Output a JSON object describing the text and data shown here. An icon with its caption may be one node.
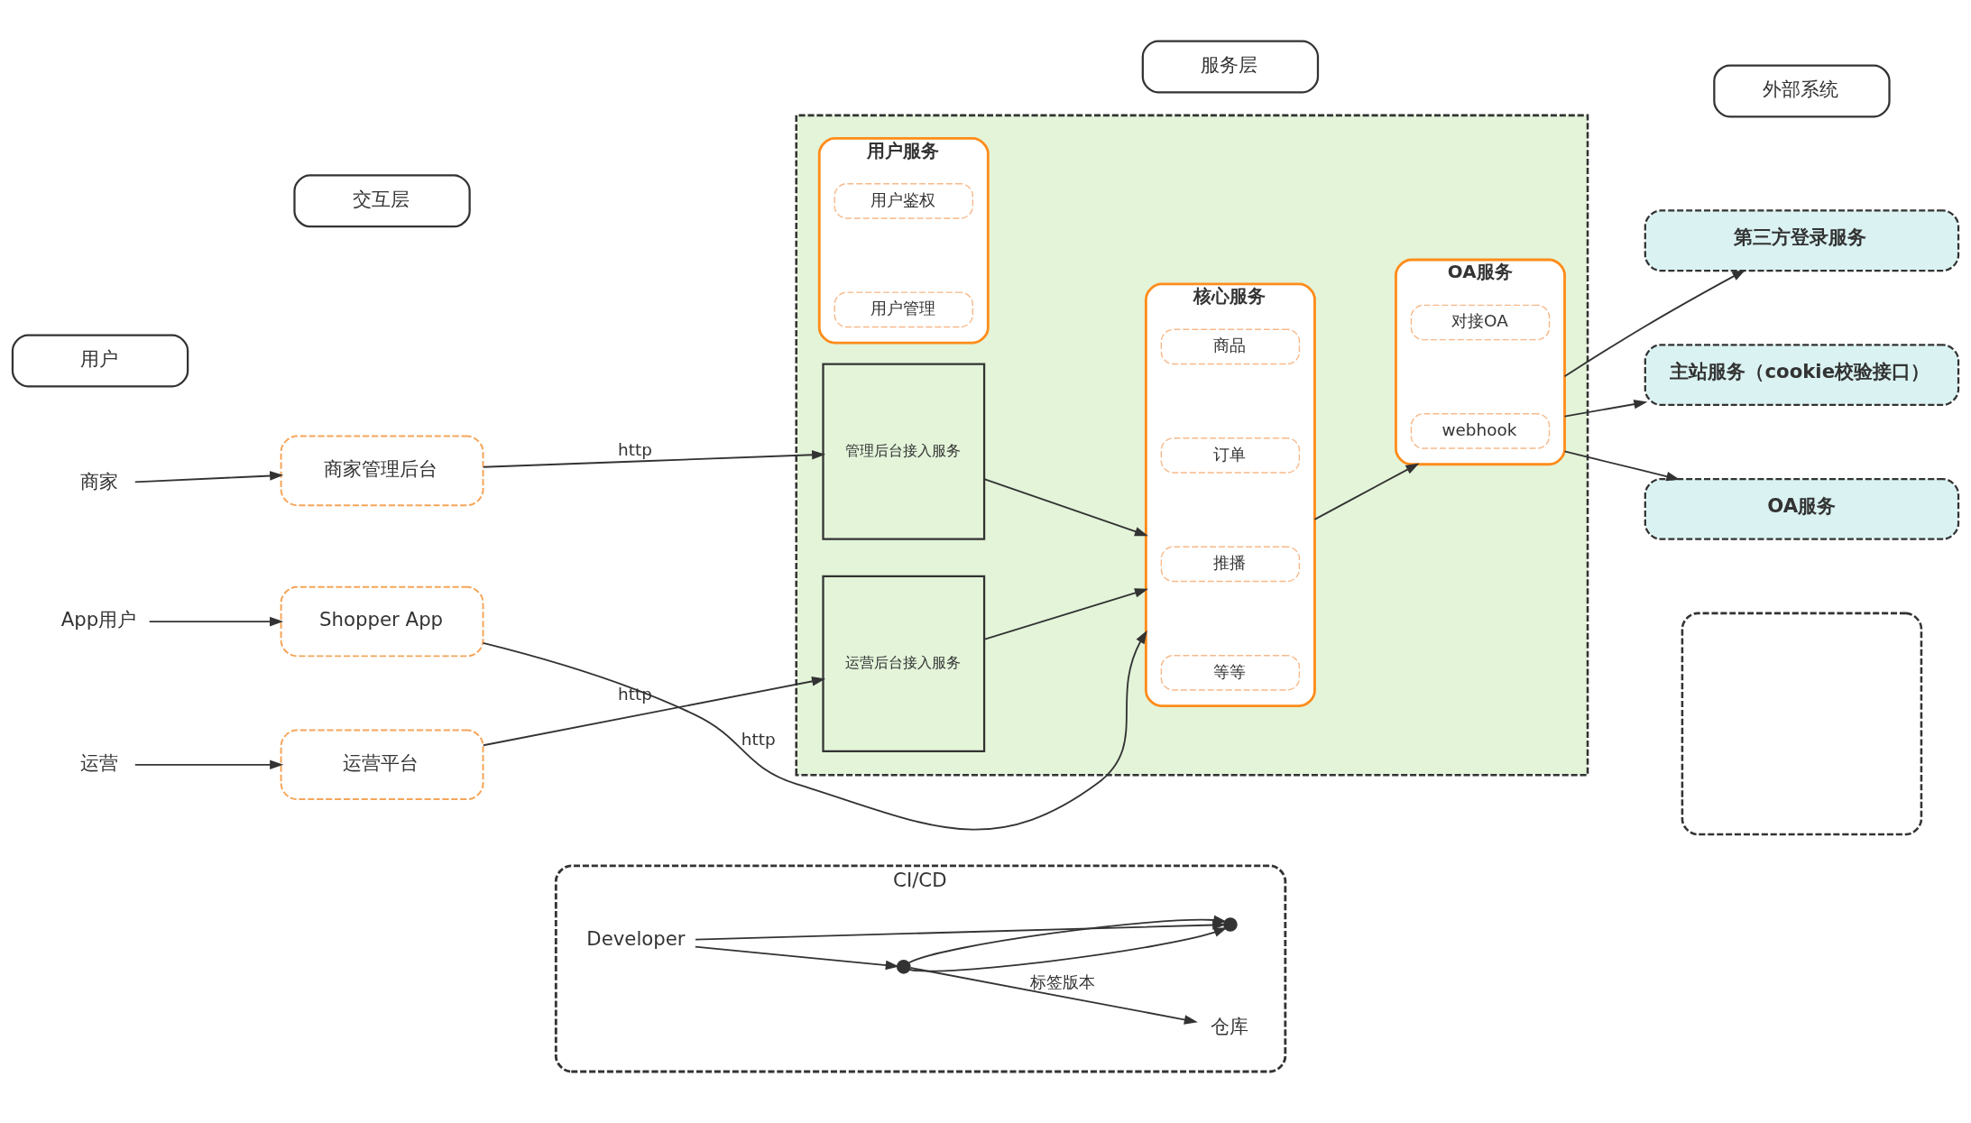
{
  "diagram": {
    "nodes": [
      {
        "text": [
          "用户"
        ]
      },
      {
        "text": [
          "交互层"
        ]
      },
      {
        "text": [
          "服务层"
        ]
      },
      {
        "text": [
          "外部系统"
        ]
      },
      {
        "text": [
          "商家"
        ]
      },
      {
        "text": [
          "商家管理后台"
        ]
      },
      {
        "text": [
          "App用户"
        ]
      },
      {
        "text": [
          "Shopper App"
        ]
      },
      {
        "text": [
          "运营"
        ]
      },
      {
        "text": [
          "运营平台"
        ]
      },
      {
        "text": [],
        "shape": "box"
      },
      {
        "text": [
          "用户服务"
        ],
        "in": 10
      },
      {
        "text": [
          "用户鉴权"
        ],
        "in": 11
      },
      {
        "text": [
          "用户管理"
        ],
        "in": 11
      },
      {
        "text": [
          "管理后台接入服务"
        ],
        "in": 10
      },
      {
        "text": [
          "核心服务"
        ],
        "in": 10
      },
      {
        "text": [
          "商品"
        ],
        "in": 15
      },
      {
        "text": [
          "订单"
        ],
        "in": 15
      },
      {
        "text": [
          "推播"
        ],
        "in": 15
      },
      {
        "text": [
          "等等"
        ],
        "in": 15
      },
      {
        "text": [
          "OA服务"
        ],
        "in": 10
      },
      {
        "text": [
          "对接OA"
        ],
        "in": 20
      },
      {
        "text": [
          "webhook"
        ],
        "in": 20
      },
      {
        "text": [
          "运营后台接入服务"
        ],
        "in": 10
      },
      {
        "text": [
          "第三方登录服务"
        ]
      },
      {
        "text": [
          "主站服务（cookie校验接口）"
        ]
      },
      {
        "text": [
          "OA服务"
        ]
      },
      {
        "text": [
          "CI/CD"
        ]
      },
      {
        "text": [
          "Developer"
        ],
        "in": 27
      },
      {
        "text": [],
        "shape": "point",
        "in": 27
      },
      {
        "text": [],
        "shape": "point",
        "in": 27
      },
      {
        "text": [
          "仓库"
        ],
        "in": 27
      },
      {
        "text": [],
        "shape": "box"
      }
    ],
    "edges": [
      {
        "from": 4,
        "to": 5,
        "arrow": "to"
      },
      {
        "from": 5,
        "to": 14,
        "arrow": "to",
        "label": "http"
      },
      {
        "from": 14,
        "to": 15,
        "arrow": "to"
      },
      {
        "from": 6,
        "to": 7,
        "arrow": "to"
      },
      {
        "from": 7,
        "to": 15,
        "arrow": "to",
        "label": "http"
      },
      {
        "from": 15,
        "to": 20,
        "arrow": "to"
      },
      {
        "from": 20,
        "to": 24,
        "arrow": "to"
      },
      {
        "from": 20,
        "to": 25,
        "arrow": "to"
      },
      {
        "from": 20,
        "to": 26,
        "arrow": "to"
      },
      {
        "from": 8,
        "to": 9,
        "arrow": "to"
      },
      {
        "from": 9,
        "to": 23,
        "arrow": "to",
        "label": "http"
      },
      {
        "from": 23,
        "to": 15,
        "arrow": "to"
      },
      {
        "from": 28,
        "to": 29,
        "arrow": "to"
      },
      {
        "from": 28,
        "to": 30,
        "arrow": "to"
      },
      {
        "from": 29,
        "to": 30,
        "arrow": "to"
      },
      {
        "from": 29,
        "to": 30,
        "arrow": "to"
      },
      {
        "from": 29,
        "to": 31,
        "arrow": "to",
        "label": "标签版本"
      }
    ]
  }
}
